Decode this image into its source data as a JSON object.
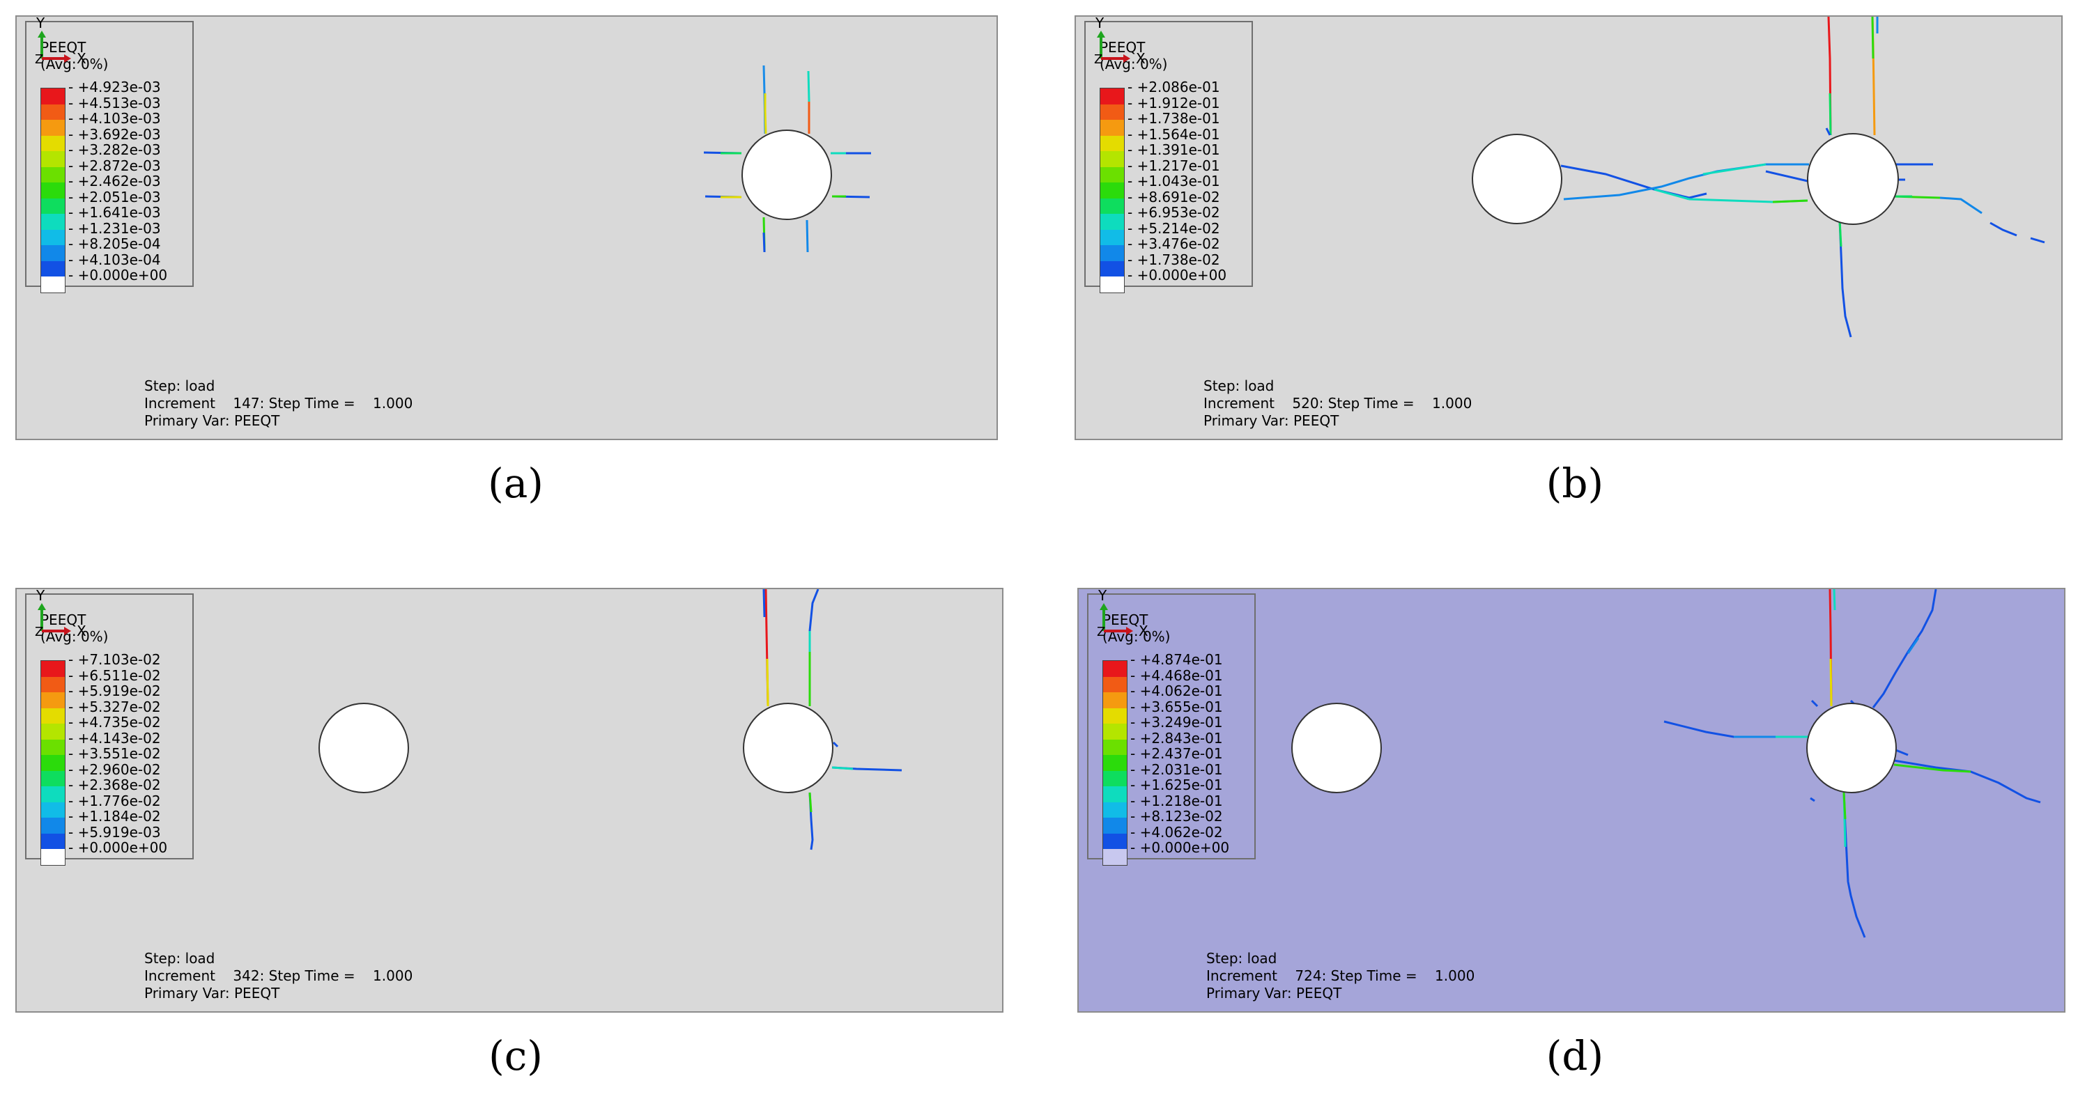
{
  "legend_colors": [
    "#e8171b",
    "#f15b15",
    "#f59a10",
    "#e4dc00",
    "#b4e500",
    "#6be000",
    "#2bdb0b",
    "#0edd5e",
    "#0edcbe",
    "#11bce7",
    "#1188e9",
    "#1251e4",
    "#ffffff"
  ],
  "legend_colors_d_last": "#c8c8ef",
  "legend_title": "PEEQT",
  "legend_subtitle": "(Avg: 0%)",
  "axis_y": "Y",
  "axis_x": "X",
  "axis_z": "Z",
  "panels": [
    {
      "caption": "(a)",
      "values": [
        "+4.923e-03",
        "+4.513e-03",
        "+4.103e-03",
        "+3.692e-03",
        "+3.282e-03",
        "+2.872e-03",
        "+2.462e-03",
        "+2.051e-03",
        "+1.641e-03",
        "+1.231e-03",
        "+8.205e-04",
        "+4.103e-04",
        "+0.000e+00"
      ],
      "step_line": "Step: load",
      "increment_line": "Increment    147: Step Time =    1.000",
      "var_line": "Primary Var: PEEQT",
      "background": "#d9d9d9"
    },
    {
      "caption": "(b)",
      "values": [
        "+2.086e-01",
        "+1.912e-01",
        "+1.738e-01",
        "+1.564e-01",
        "+1.391e-01",
        "+1.217e-01",
        "+1.043e-01",
        "+8.691e-02",
        "+6.953e-02",
        "+5.214e-02",
        "+3.476e-02",
        "+1.738e-02",
        "+0.000e+00"
      ],
      "step_line": "Step: load",
      "increment_line": "Increment    520: Step Time =    1.000",
      "var_line": "Primary Var: PEEQT",
      "background": "#d9d9d9"
    },
    {
      "caption": "(c)",
      "values": [
        "+7.103e-02",
        "+6.511e-02",
        "+5.919e-02",
        "+5.327e-02",
        "+4.735e-02",
        "+4.143e-02",
        "+3.551e-02",
        "+2.960e-02",
        "+2.368e-02",
        "+1.776e-02",
        "+1.184e-02",
        "+5.919e-03",
        "+0.000e+00"
      ],
      "step_line": "Step: load",
      "increment_line": "Increment    342: Step Time =    1.000",
      "var_line": "Primary Var: PEEQT",
      "background": "#d9d9d9"
    },
    {
      "caption": "(d)",
      "values": [
        "+4.874e-01",
        "+4.468e-01",
        "+4.062e-01",
        "+3.655e-01",
        "+3.249e-01",
        "+2.843e-01",
        "+2.437e-01",
        "+2.031e-01",
        "+1.625e-01",
        "+1.218e-01",
        "+8.123e-02",
        "+4.062e-02",
        "+0.000e+00"
      ],
      "step_line": "Step: load",
      "increment_line": "Increment    724: Step Time =    1.000",
      "var_line": "Primary Var: PEEQT",
      "background": "#a5a5d9"
    }
  ]
}
